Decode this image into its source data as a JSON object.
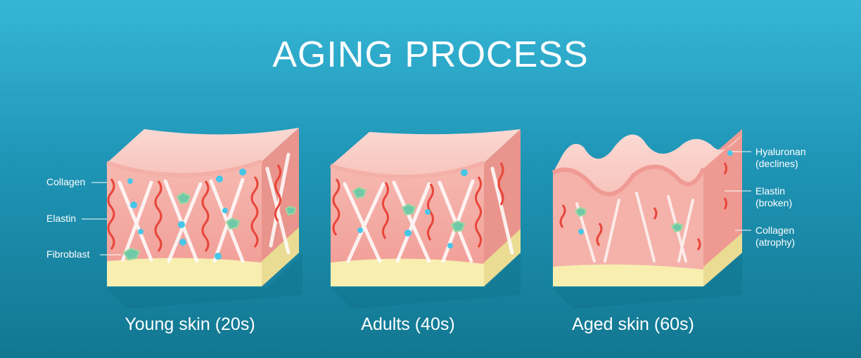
{
  "title": "AGING PROCESS",
  "panels": [
    {
      "caption": "Young skin (20s)"
    },
    {
      "caption": "Adults (40s)"
    },
    {
      "caption": "Aged skin (60s)"
    }
  ],
  "left_labels": [
    "Collagen",
    "Elastin",
    "Fibroblast"
  ],
  "right_labels": [
    {
      "name": "Hyaluronan",
      "state": "(declines)"
    },
    {
      "name": "Elastin",
      "state": "(broken)"
    },
    {
      "name": "Collagen",
      "state": "(atrophy)"
    }
  ],
  "colors": {
    "background": "#1f95b6",
    "epidermis": "#f7c7c0",
    "dermis": "#f3a8a0",
    "fat": "#f8eeb0",
    "elastin": "#e8453a",
    "hyaluronan": "#46c6e8",
    "fibroblast": "#6ec9a8"
  }
}
